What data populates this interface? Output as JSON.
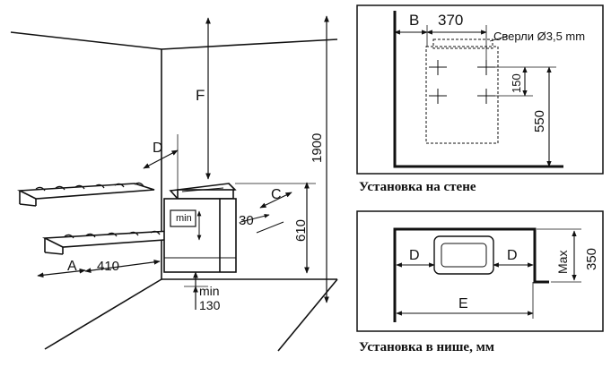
{
  "main_view": {
    "labels": {
      "F": "F",
      "D": "D",
      "C": "C",
      "A": "A",
      "h1900": "1900",
      "h610": "610",
      "d30": "30",
      "d410": "410",
      "min_top": "min",
      "min_bottom": "min",
      "d130": "130"
    }
  },
  "wall_install": {
    "caption": "Установка на стене",
    "labels": {
      "B": "B",
      "w370": "370",
      "drill": "Сверли Ø3,5 mm",
      "h150": "150",
      "h550": "550"
    }
  },
  "niche_install": {
    "caption": "Установка в нише, мм",
    "labels": {
      "D_left": "D",
      "D_right": "D",
      "E": "E",
      "max": "Max",
      "h350": "350"
    }
  }
}
